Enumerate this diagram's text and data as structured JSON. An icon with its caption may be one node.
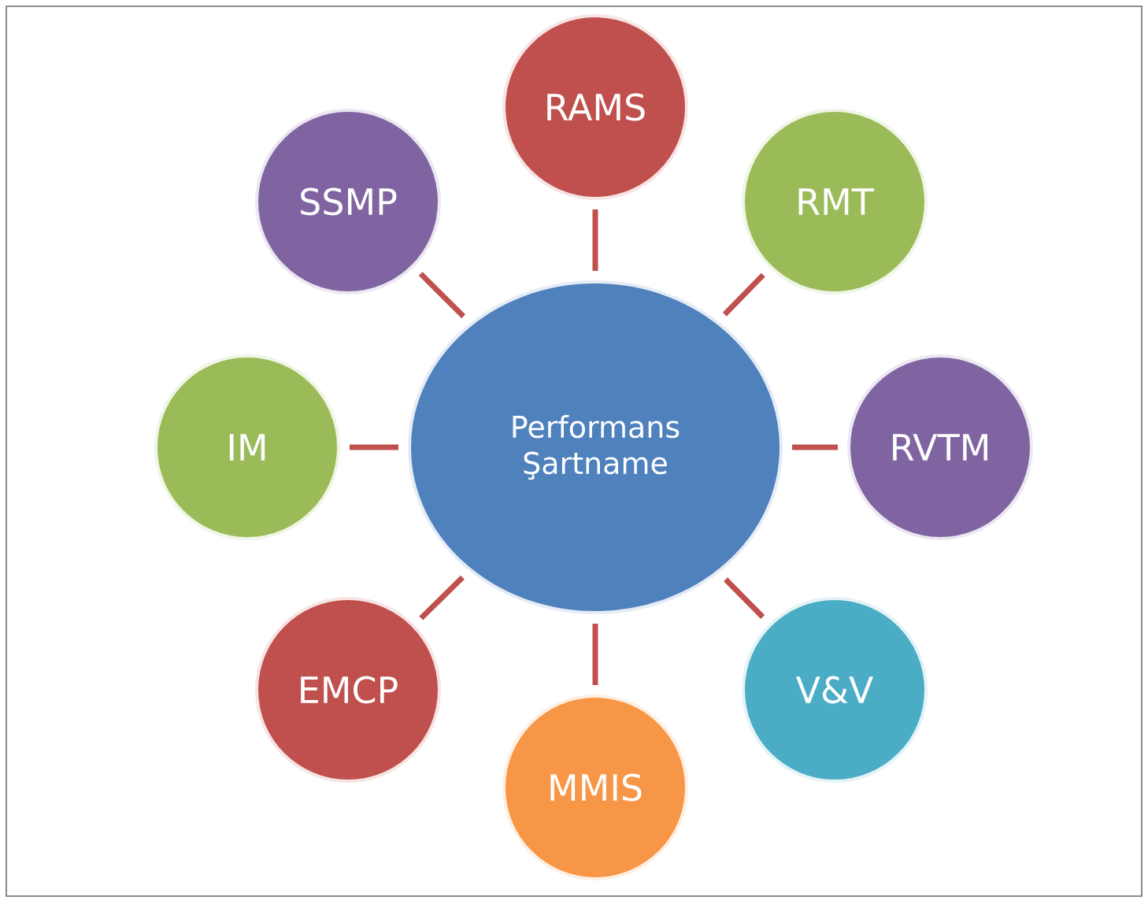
{
  "diagram": {
    "nodes": [
      {
        "text": [
          "Performans Şartname"
        ]
      },
      {
        "text": [
          "RAMS"
        ]
      },
      {
        "text": [
          "RMT"
        ]
      },
      {
        "text": [
          "RVTM"
        ]
      },
      {
        "text": [
          "V&V"
        ]
      },
      {
        "text": [
          "MMIS"
        ]
      },
      {
        "text": [
          "EMCP"
        ]
      },
      {
        "text": [
          "IM"
        ]
      },
      {
        "text": [
          "SSMP"
        ]
      }
    ],
    "edges": [
      {
        "from": 0,
        "to": 1,
        "arrow": "none"
      },
      {
        "from": 0,
        "to": 2,
        "arrow": "none"
      },
      {
        "from": 0,
        "to": 3,
        "arrow": "none"
      },
      {
        "from": 0,
        "to": 4,
        "arrow": "none"
      },
      {
        "from": 0,
        "to": 5,
        "arrow": "none"
      },
      {
        "from": 0,
        "to": 6,
        "arrow": "none"
      },
      {
        "from": 0,
        "to": 7,
        "arrow": "none"
      },
      {
        "from": 0,
        "to": 8,
        "arrow": "none"
      }
    ]
  }
}
